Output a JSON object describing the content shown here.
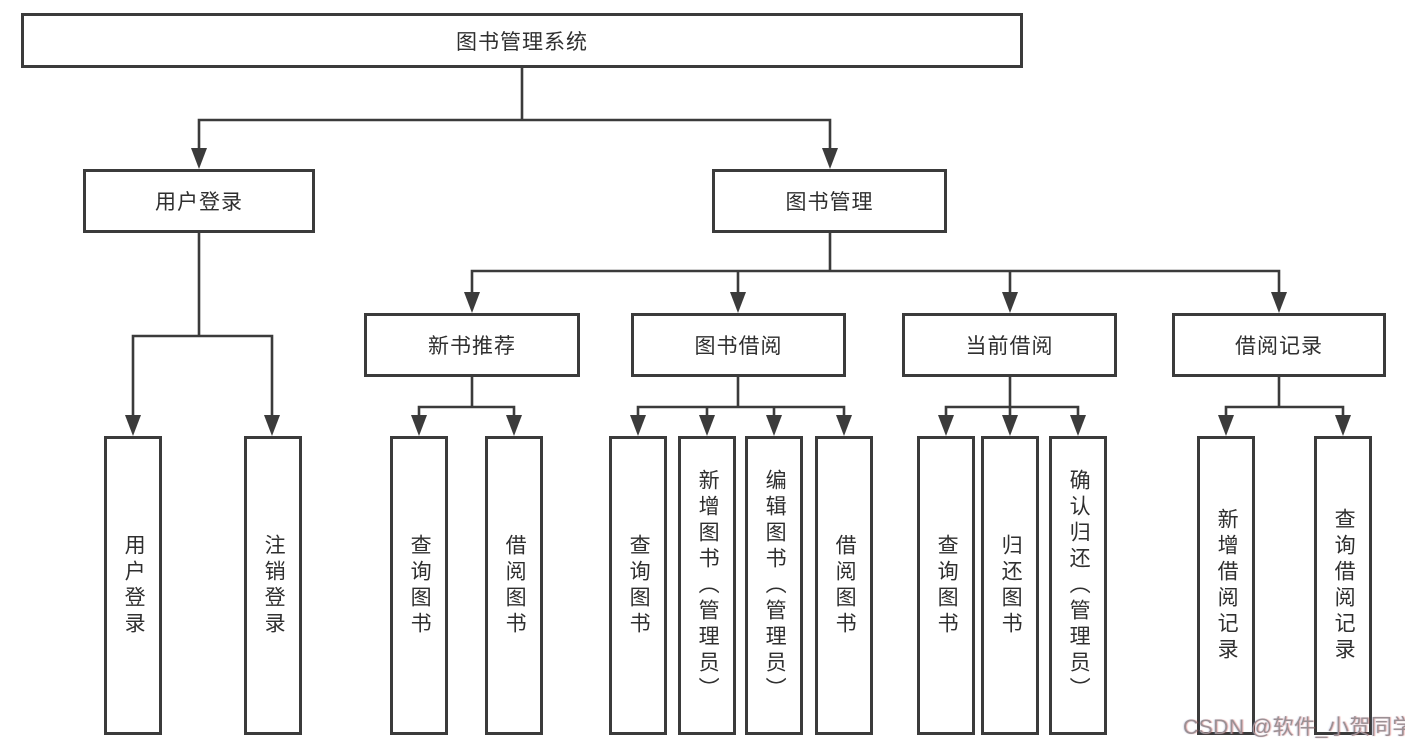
{
  "colors": {
    "line": "#3b3b3b",
    "box_border": "#3b3b3b",
    "text": "#2f2f2f",
    "background": "#ffffff",
    "watermark": "#9b9094"
  },
  "watermark": "CSDN @软件_小贺同学",
  "nodes": {
    "root": "图书管理系统",
    "user_login": "用户登录",
    "book_mgmt": "图书管理",
    "new_book_rec": "新书推荐",
    "book_borrow": "图书借阅",
    "current_borrow": "当前借阅",
    "borrow_records": "借阅记录",
    "leaf_user_login": "用户登录",
    "leaf_logout": "注销登录",
    "leaf_nb_query": "查询图书",
    "leaf_nb_borrow": "借阅图书",
    "leaf_bb_query": "查询图书",
    "leaf_bb_add": "新增图书（管理员）",
    "leaf_bb_edit": "编辑图书（管理员）",
    "leaf_bb_borrow": "借阅图书",
    "leaf_cb_query": "查询图书",
    "leaf_cb_return": "归还图书",
    "leaf_cb_confirm": "确认归还（管理员）",
    "leaf_br_add": "新增借阅记录",
    "leaf_br_query": "查询借阅记录"
  }
}
